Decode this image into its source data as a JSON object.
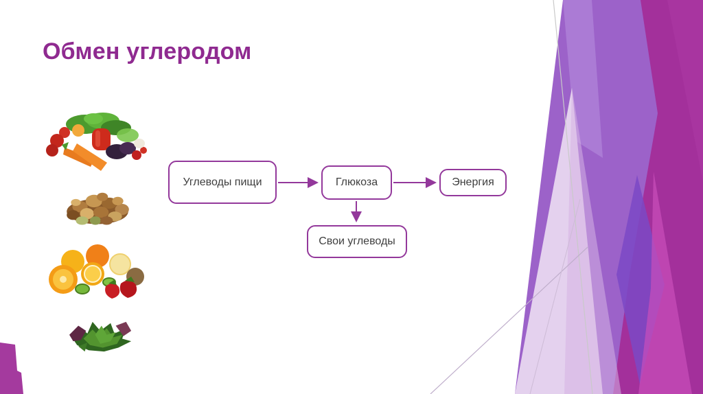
{
  "slide": {
    "title": "Обмен углеродом"
  },
  "theme": {
    "title_color": "#8F2A90",
    "box_border_color": "#93389B",
    "box_text_color": "#3E3E3E",
    "arrow_color": "#93389B",
    "accent_medium_purple": "#9C62C9",
    "accent_dark_magenta": "#A3309B",
    "accent_light_lavender": "#EADAF1",
    "accent_deep_violet": "#7B49C5",
    "accent_bright_magenta": "#C94FBB",
    "corner_magenta": "#A43A9E"
  },
  "diagram": {
    "nodes": [
      {
        "id": "food-carbs",
        "label": "Углеводы пищи"
      },
      {
        "id": "glucose",
        "label": "Глюкоза"
      },
      {
        "id": "energy",
        "label": "Энергия"
      },
      {
        "id": "own-carbs",
        "label": "Свои углеводы"
      }
    ],
    "edges": [
      {
        "from": "food-carbs",
        "to": "glucose",
        "direction": "right"
      },
      {
        "from": "glucose",
        "to": "energy",
        "direction": "right"
      },
      {
        "from": "glucose",
        "to": "own-carbs",
        "direction": "down"
      }
    ]
  },
  "images": [
    {
      "name": "vegetables-image"
    },
    {
      "name": "nuts-image"
    },
    {
      "name": "fruits-image"
    },
    {
      "name": "salad-greens-image"
    }
  ]
}
